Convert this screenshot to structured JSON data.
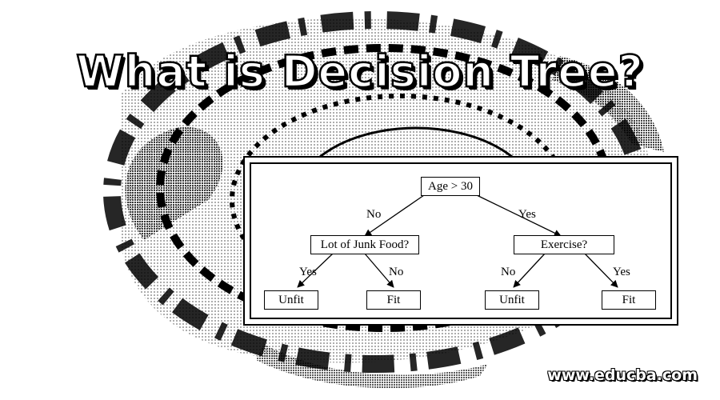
{
  "page": {
    "title": "What is Decision Tree?",
    "watermark": "www.educba.com"
  },
  "tree": {
    "root": {
      "label": "Age > 30"
    },
    "edges": {
      "root_left": "No",
      "root_right": "Yes",
      "junk_left": "Yes",
      "junk_right": "No",
      "exercise_left": "No",
      "exercise_right": "Yes"
    },
    "left": {
      "label": "Lot of Junk Food?"
    },
    "right": {
      "label": "Exercise?"
    },
    "leaves": {
      "junk_yes": "Unfit",
      "junk_no": "Fit",
      "exercise_no": "Unfit",
      "exercise_yes": "Fit"
    }
  }
}
